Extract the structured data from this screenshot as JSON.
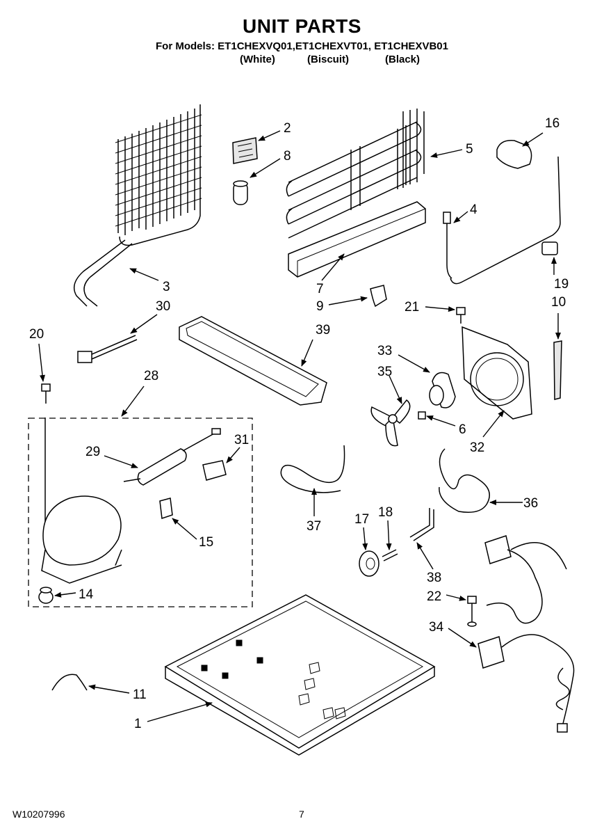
{
  "header": {
    "title": "UNIT PARTS",
    "models_line": "For Models: ET1CHEXVQ01,ET1CHEXVT01, ET1CHEXVB01",
    "color_white": "(White)",
    "color_biscuit": "(Biscuit)",
    "color_black": "(Black)"
  },
  "footer": {
    "doc_number": "W10207996",
    "page_number": "7"
  },
  "callouts": {
    "c1": "1",
    "c2": "2",
    "c3": "3",
    "c4": "4",
    "c5": "5",
    "c6": "6",
    "c7": "7",
    "c8": "8",
    "c9": "9",
    "c10": "10",
    "c11": "11",
    "c14": "14",
    "c15": "15",
    "c16": "16",
    "c17": "17",
    "c18": "18",
    "c19": "19",
    "c20": "20",
    "c21": "21",
    "c22": "22",
    "c28": "28",
    "c29": "29",
    "c30": "30",
    "c31": "31",
    "c32": "32",
    "c33": "33",
    "c34": "34",
    "c35": "35",
    "c36": "36",
    "c37": "37",
    "c38": "38",
    "c39": "39"
  }
}
